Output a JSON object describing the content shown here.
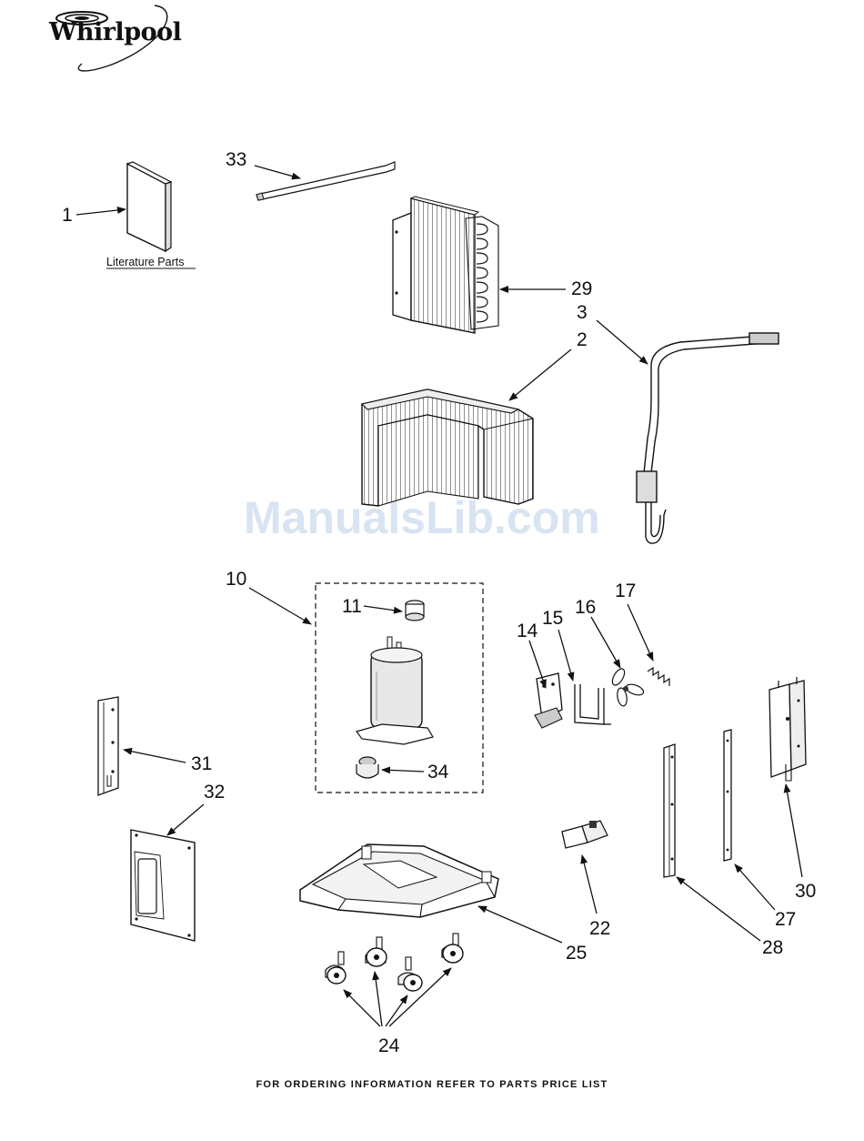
{
  "brand": "Whirlpool",
  "footer": "FOR ORDERING INFORMATION REFER TO PARTS PRICE LIST",
  "watermark": "ManualsLib.com",
  "literature_label": "Literature Parts",
  "callouts": {
    "p1": "1",
    "p2": "2",
    "p3": "3",
    "p10": "10",
    "p11": "11",
    "p14": "14",
    "p15": "15",
    "p16": "16",
    "p17": "17",
    "p22": "22",
    "p24": "24",
    "p25": "25",
    "p27": "27",
    "p28": "28",
    "p29": "29",
    "p30": "30",
    "p31": "31",
    "p32": "32",
    "p33": "33",
    "p34": "34"
  }
}
